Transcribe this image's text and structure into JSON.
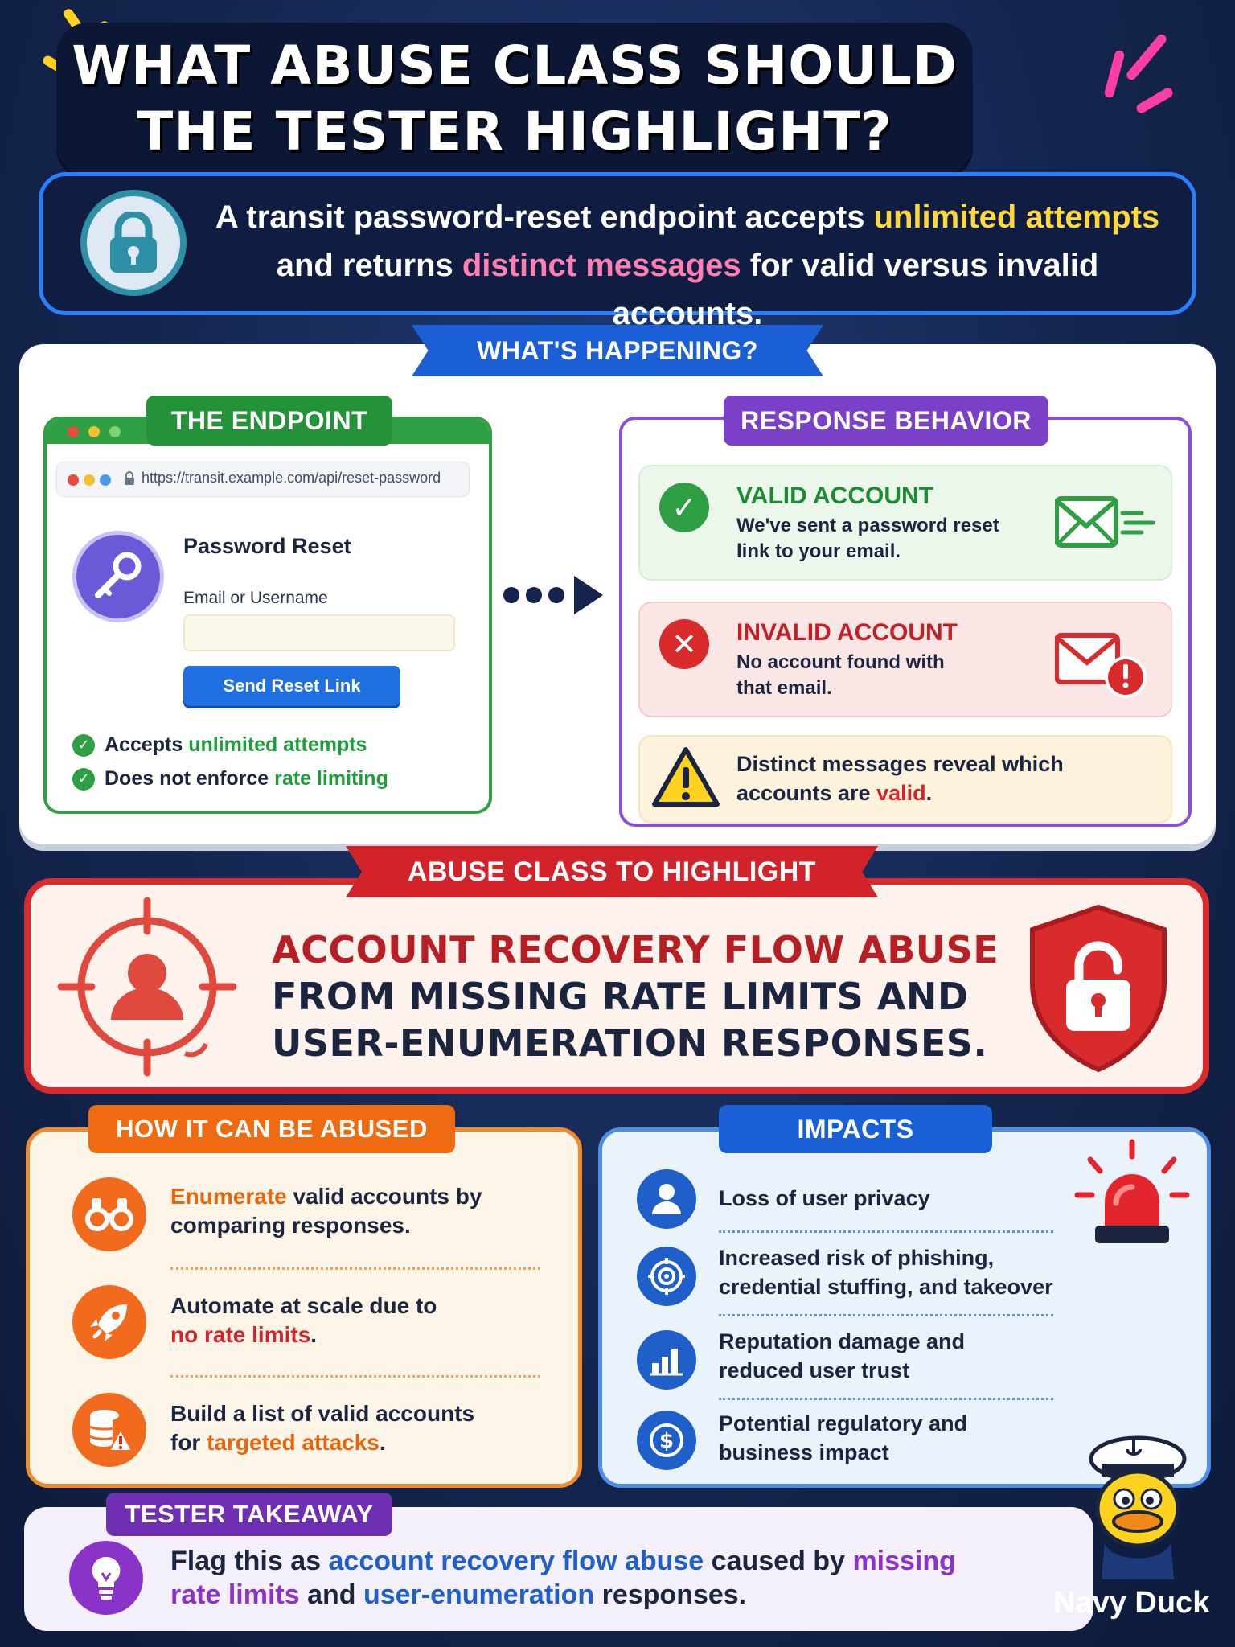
{
  "header": {
    "title_line1": "WHAT ABUSE CLASS SHOULD",
    "title_line2": "THE TESTER HIGHLIGHT?"
  },
  "intro": {
    "part1": "A transit password-reset endpoint accepts ",
    "hl1": "unlimited attempts",
    "part2": "and returns ",
    "hl2": "distinct messages",
    "part3": " for valid versus invalid accounts."
  },
  "whats_happening": {
    "label": "WHAT'S HAPPENING?"
  },
  "endpoint": {
    "label": "THE ENDPOINT",
    "url": "https://transit.example.com/api/reset-password",
    "form_title": "Password Reset",
    "field_label": "Email or Username",
    "button": "Send Reset Link",
    "check1_a": "Accepts ",
    "check1_b": "unlimited attempts",
    "check2_a": "Does not enforce ",
    "check2_b": "rate limiting"
  },
  "response": {
    "label": "RESPONSE BEHAVIOR",
    "valid_title": "VALID ACCOUNT",
    "valid_body1": "We've sent a password reset",
    "valid_body2": "link to your email.",
    "invalid_title": "INVALID ACCOUNT",
    "invalid_body1": "No account found with",
    "invalid_body2": "that email.",
    "warn1": "Distinct messages reveal which",
    "warn2_a": "accounts are ",
    "warn2_b": "valid",
    "warn2_c": "."
  },
  "abuse_class": {
    "label": "ABUSE CLASS TO HIGHLIGHT",
    "line1": "ACCOUNT RECOVERY FLOW ABUSE",
    "line2": "FROM MISSING RATE LIMITS AND",
    "line3": "USER-ENUMERATION RESPONSES."
  },
  "how": {
    "label": "HOW IT CAN BE ABUSED",
    "item1_hl": "Enumerate",
    "item1_a": " valid accounts by",
    "item1_b": "comparing responses.",
    "item2_a": "Automate at scale due to",
    "item2_hl": "no rate limits",
    "item2_b": ".",
    "item3_a": "Build a list of valid accounts",
    "item3_b": "for ",
    "item3_hl": "targeted attacks",
    "item3_c": "."
  },
  "impacts": {
    "label": "IMPACTS",
    "item1": "Loss of user privacy",
    "item2_a": "Increased risk of phishing,",
    "item2_b": "credential stuffing, and takeover",
    "item3_a": "Reputation damage and",
    "item3_b": "reduced user trust",
    "item4_a": "Potential regulatory and",
    "item4_b": "business impact"
  },
  "takeaway": {
    "label": "TESTER TAKEAWAY",
    "a": "Flag this as ",
    "hl1": "account recovery flow abuse",
    "b": " caused by ",
    "hl2": "missing",
    "hl3": "rate limits",
    "c": " and ",
    "hl4": "user-enumeration",
    "d": " responses."
  },
  "brand": {
    "name": "Navy Duck"
  },
  "colors": {
    "background": "#14264f",
    "accent_blue": "#2a7fff",
    "green": "#2ea043",
    "purple": "#8a4fd6",
    "red": "#d92b2b",
    "orange": "#f08a2c",
    "yellow": "#ffd83a"
  }
}
